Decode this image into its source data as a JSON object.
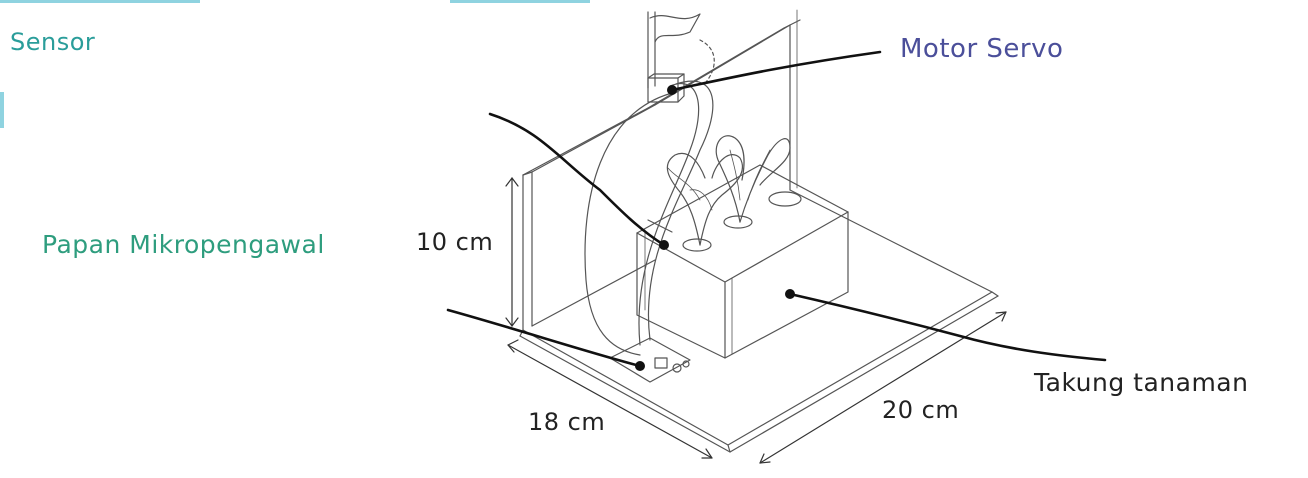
{
  "labels": {
    "sensor": "Sensor",
    "servo": "Motor Servo",
    "board": "Papan Mikropengawal",
    "height": "10 cm",
    "tank": "Takung tanaman",
    "width": "20 cm",
    "depth": "18 cm"
  },
  "colors": {
    "sensor": "#2a9d9a",
    "servo": "#4b4f9a",
    "board": "#2e9d7e",
    "ink": "#222222",
    "sketch": "#555555",
    "accent_bar": "#8fd3e0"
  }
}
